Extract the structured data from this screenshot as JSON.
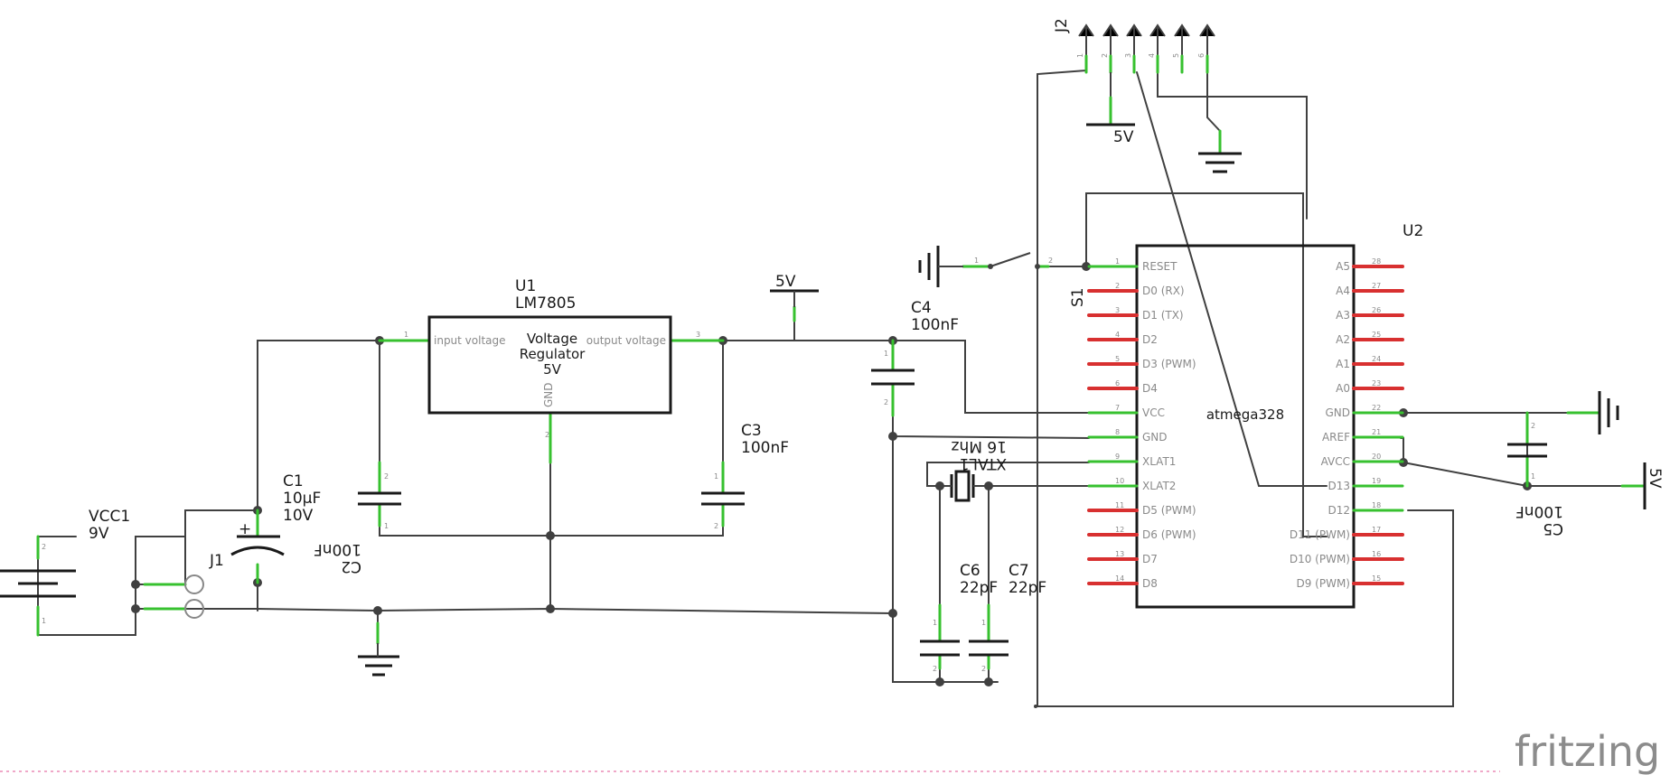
{
  "components": {
    "vcc1": {
      "ref": "VCC1",
      "value": "9V"
    },
    "j1": {
      "ref": "J1"
    },
    "c1": {
      "ref": "C1",
      "value": "10µF",
      "voltage": "10V",
      "plus": "+"
    },
    "c2": {
      "ref": "C2",
      "value": "100nF"
    },
    "u1": {
      "ref": "U1",
      "part": "LM7805",
      "desc1": "Voltage",
      "desc2": "Regulator",
      "desc3": "5V",
      "pin_in": "input voltage",
      "pin_out": "output voltage",
      "pin_gnd": "GND"
    },
    "c3": {
      "ref": "C3",
      "value": "100nF"
    },
    "c4": {
      "ref": "C4",
      "value": "100nF"
    },
    "c5": {
      "ref": "C5",
      "value": "100nF"
    },
    "c6": {
      "ref": "C6",
      "value": "22pF"
    },
    "c7": {
      "ref": "C7",
      "value": "22pF"
    },
    "xtal1": {
      "ref": "XTAL1",
      "value": "16 Mhz"
    },
    "s1": {
      "ref": "S1"
    },
    "j2": {
      "ref": "J2"
    },
    "u2": {
      "ref": "U2",
      "part": "atmega328"
    }
  },
  "power_labels": {
    "top_5v": "5V",
    "j2_5v": "5V",
    "right_5v": "5V"
  },
  "u2_left_pins": [
    {
      "num": "1",
      "name": "RESET"
    },
    {
      "num": "2",
      "name": "D0 (RX)"
    },
    {
      "num": "3",
      "name": "D1 (TX)"
    },
    {
      "num": "4",
      "name": "D2"
    },
    {
      "num": "5",
      "name": "D3 (PWM)"
    },
    {
      "num": "6",
      "name": "D4"
    },
    {
      "num": "7",
      "name": "VCC"
    },
    {
      "num": "8",
      "name": "GND"
    },
    {
      "num": "9",
      "name": "XLAT1"
    },
    {
      "num": "10",
      "name": "XLAT2"
    },
    {
      "num": "11",
      "name": "D5 (PWM)"
    },
    {
      "num": "12",
      "name": "D6 (PWM)"
    },
    {
      "num": "13",
      "name": "D7"
    },
    {
      "num": "14",
      "name": "D8"
    }
  ],
  "u2_right_pins": [
    {
      "num": "28",
      "name": "A5"
    },
    {
      "num": "27",
      "name": "A4"
    },
    {
      "num": "26",
      "name": "A3"
    },
    {
      "num": "25",
      "name": "A2"
    },
    {
      "num": "24",
      "name": "A1"
    },
    {
      "num": "23",
      "name": "A0"
    },
    {
      "num": "22",
      "name": "GND"
    },
    {
      "num": "21",
      "name": "AREF"
    },
    {
      "num": "20",
      "name": "AVCC"
    },
    {
      "num": "19",
      "name": "D13"
    },
    {
      "num": "18",
      "name": "D12"
    },
    {
      "num": "17",
      "name": "D11 (PWM)"
    },
    {
      "num": "16",
      "name": "D10 (PWM)"
    },
    {
      "num": "15",
      "name": "D9 (PWM)"
    }
  ],
  "j2_pins": [
    "1",
    "2",
    "3",
    "4",
    "5",
    "6"
  ],
  "pin_numbers": {
    "one": "1",
    "two": "2",
    "three": "3"
  },
  "brand": "fritzing"
}
